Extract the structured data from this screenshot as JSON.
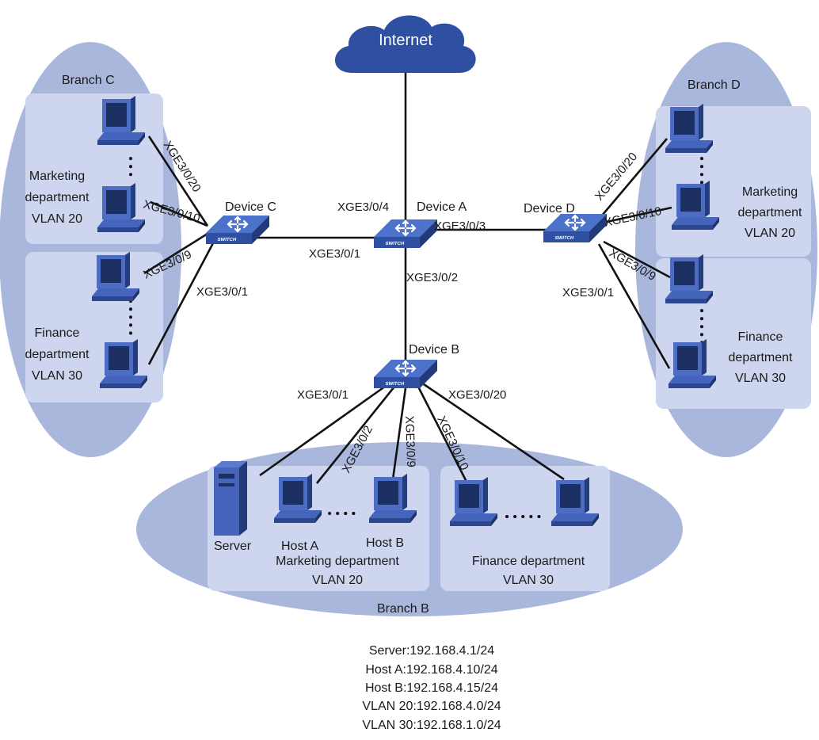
{
  "internet": "Internet",
  "devices": {
    "a": "Device A",
    "b": "Device B",
    "c": "Device C",
    "d": "Device D",
    "switch_badge": "SWITCH"
  },
  "branches": {
    "b": "Branch B",
    "c": "Branch C",
    "d": "Branch D"
  },
  "groups": {
    "c_marketing": [
      "Marketing",
      "department",
      "VLAN 20"
    ],
    "c_finance": [
      "Finance",
      "department",
      "VLAN 30"
    ],
    "d_marketing": [
      "Marketing",
      "department",
      "VLAN 20"
    ],
    "d_finance": [
      "Finance",
      "department",
      "VLAN 30"
    ],
    "b_marketing": [
      "Marketing department",
      "VLAN 20"
    ],
    "b_finance": [
      "Finance department",
      "VLAN 30"
    ]
  },
  "hosts": {
    "server": "Server",
    "host_a": "Host A",
    "host_b": "Host B"
  },
  "ports": {
    "a_up": "XGE3/0/4",
    "a_left": "XGE3/0/1",
    "a_right": "XGE3/0/3",
    "a_down": "XGE3/0/2",
    "c_pc1": "XGE3/0/20",
    "c_pc2": "XGE3/0/10",
    "c_pc3": "XGE3/0/9",
    "c_pc4": "XGE3/0/1",
    "d_pc1": "XGE3/0/20",
    "d_pc2": "XGE3/0/10",
    "d_pc3": "XGE3/0/9",
    "d_pc4": "XGE3/0/1",
    "b_server": "XGE3/0/1",
    "b_hosta": "XGE3/0/2",
    "b_hostb": "XGE3/0/9",
    "b_fin1": "XGE3/0/10",
    "b_fin2": "XGE3/0/20"
  },
  "legend": [
    "Server:192.168.4.1/24",
    "Host A:192.168.4.10/24",
    "Host B:192.168.4.15/24",
    "VLAN 20:192.168.4.0/24",
    "VLAN 30:192.168.1.0/24"
  ],
  "colors": {
    "ellipse": "#a7b5da",
    "panel": "#cfd8ee",
    "cloud": "#2f4fa3",
    "switch_top": "#3f63bf",
    "switch_side": "#2a4690",
    "pc_body": "#3c5cb2",
    "pc_screen": "#1f336b",
    "link": "#111111"
  }
}
